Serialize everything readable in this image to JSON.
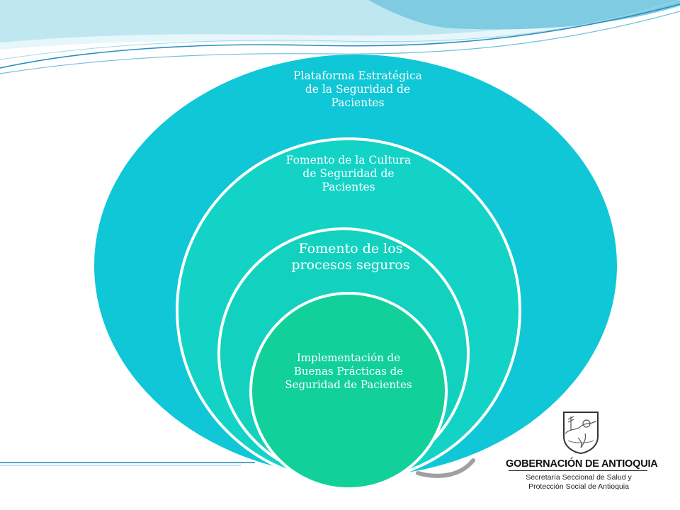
{
  "diagram": {
    "levels": [
      {
        "label": "Plataforma Estratégica de la Seguridad de Pacientes"
      },
      {
        "label": "Fomento de la Cultura de Seguridad de Pacientes"
      },
      {
        "label": "Fomento de los procesos seguros"
      },
      {
        "label": "Implementación de Buenas Prácticas de Seguridad de Pacientes"
      }
    ],
    "colors": {
      "outer": "#0fc7d6",
      "second": "#12d3c6",
      "third": "#12d2bf",
      "inner": "#12d09a",
      "ring": "#ffffff"
    }
  },
  "logo": {
    "organization": "GOBERNACIÓN DE ANTIOQUIA",
    "subtitle_line1": "Secretaría Seccional de Salud y",
    "subtitle_line2": "Protección Social de Antioquia",
    "emblem_icon": "coat-of-arms-icon"
  },
  "theme": {
    "wave_colors": [
      "#a8dbe8",
      "#5bb8d6",
      "#1f87b4"
    ]
  }
}
